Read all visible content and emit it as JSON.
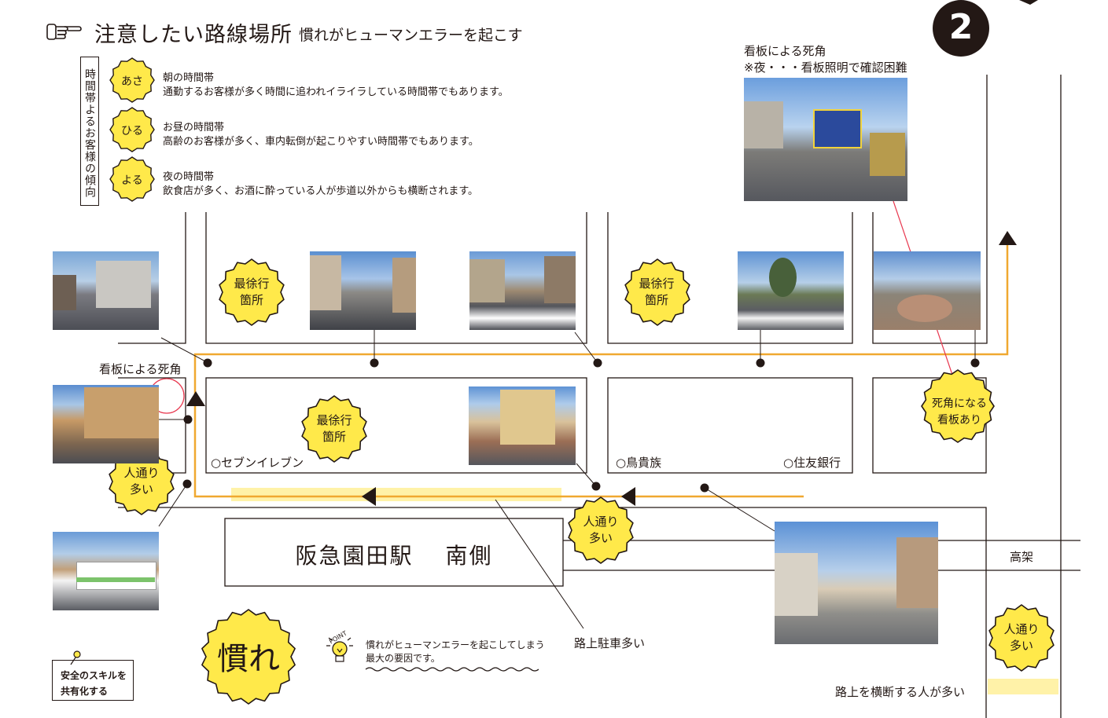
{
  "title": "注意したい路線場所",
  "subtitle": "慣れがヒューマンエラーを起こす",
  "page_number": "2",
  "legend_vertical_label": "時間帯よるお客様の傾向",
  "time_slots": [
    {
      "badge": "あさ",
      "heading": "朝の時間帯",
      "body": "通勤するお客様が多く時間に追われイライラしている時間帯でもあります。"
    },
    {
      "badge": "ひる",
      "heading": "お昼の時間帯",
      "body": "高齢のお客様が多く、車内転倒が起こりやすい時間帯でもあります。"
    },
    {
      "badge": "よる",
      "heading": "夜の時間帯",
      "body": "飲食店が多く、お酒に酔っている人が歩道以外からも横断されます。"
    }
  ],
  "top_note": {
    "line1": "看板による死角",
    "line2": "※夜・・・看板照明で確認困難"
  },
  "left_note": "看板による死角",
  "bursts": {
    "slow1": [
      "最徐行",
      "箇所"
    ],
    "slow2": [
      "最徐行",
      "箇所"
    ],
    "slow3": [
      "最徐行",
      "箇所"
    ],
    "crowd1": [
      "人通り",
      "多い"
    ],
    "crowd2": [
      "人通り",
      "多い"
    ],
    "crowd3": [
      "人通り",
      "多い"
    ],
    "blind": [
      "死角になる",
      "看板あり"
    ],
    "nare": "慣れ"
  },
  "landmarks": {
    "seven": "○セブンイレブン",
    "torikizoku": "○鳥貴族",
    "sumitomo": "○住友銀行"
  },
  "station": "阪急園田駅　 南側",
  "elevated": "高架",
  "parking": "路上駐車多い",
  "crossing": "路上を横断する人が多い",
  "skill_box": {
    "line1": "安全のスキルを",
    "line2": "共有化する"
  },
  "point_label": "POINT",
  "point_text": {
    "line1": "慣れがヒューマンエラーを起こしてしまう",
    "line2": "最大の要因です。"
  },
  "colors": {
    "route": "#F0A830",
    "burst": "#FFE94A",
    "highlight": "#FFF2A8",
    "ink": "#231815",
    "blind_circle": "#E8384F"
  }
}
